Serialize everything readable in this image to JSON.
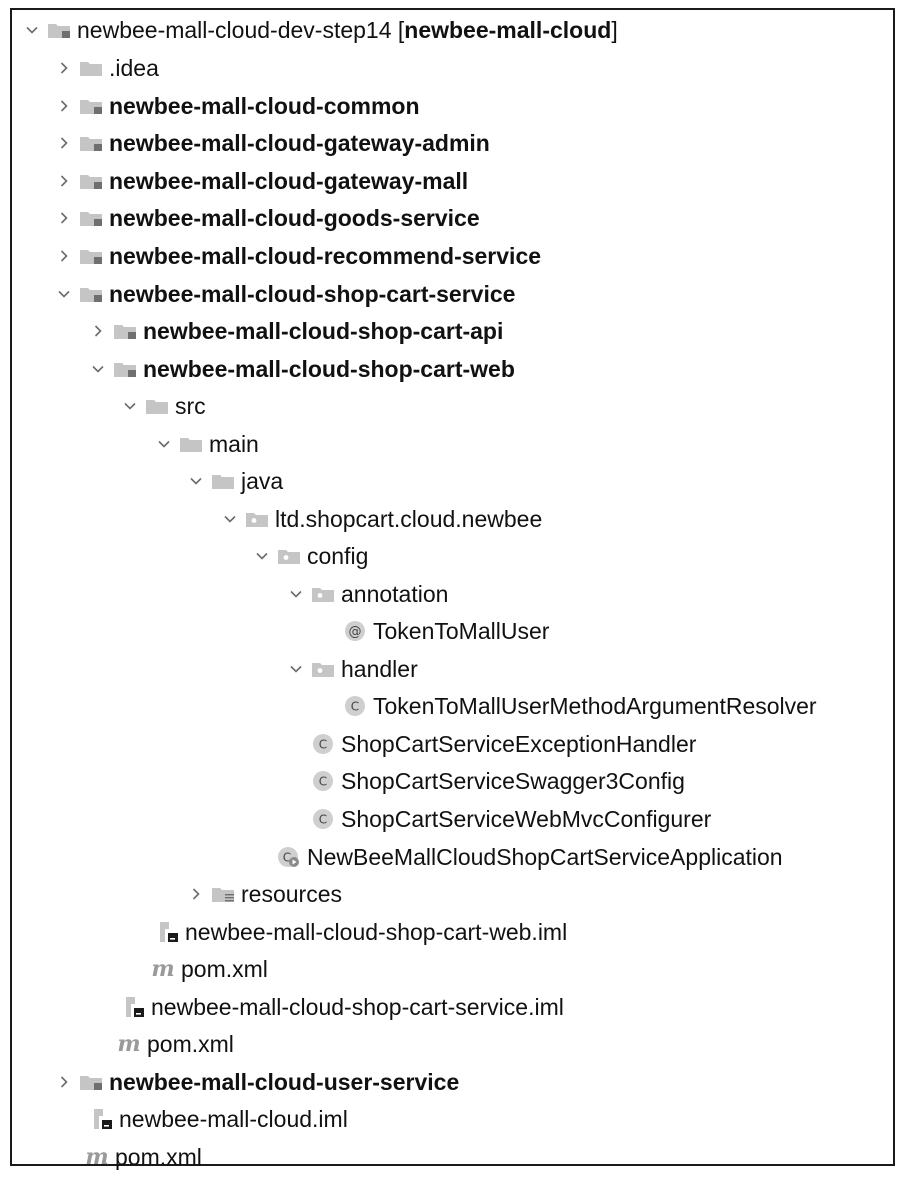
{
  "tree": {
    "root": {
      "prefix": "newbee-mall-cloud-dev-step14 [",
      "highlight": "newbee-mall-cloud",
      "suffix": "]"
    },
    "nodes": [
      {
        "label": ".idea",
        "icon": "folder-icon"
      },
      {
        "label": "newbee-mall-cloud-common",
        "icon": "module-folder-icon"
      },
      {
        "label": "newbee-mall-cloud-gateway-admin",
        "icon": "module-folder-icon"
      },
      {
        "label": "newbee-mall-cloud-gateway-mall",
        "icon": "module-folder-icon"
      },
      {
        "label": "newbee-mall-cloud-goods-service",
        "icon": "module-folder-icon"
      },
      {
        "label": "newbee-mall-cloud-recommend-service",
        "icon": "module-folder-icon"
      },
      {
        "label": "newbee-mall-cloud-shop-cart-service",
        "icon": "module-folder-icon"
      },
      {
        "label": "newbee-mall-cloud-shop-cart-api",
        "icon": "module-folder-icon"
      },
      {
        "label": "newbee-mall-cloud-shop-cart-web",
        "icon": "module-folder-icon"
      },
      {
        "label": "src",
        "icon": "folder-icon"
      },
      {
        "label": "main",
        "icon": "folder-icon"
      },
      {
        "label": "java",
        "icon": "source-folder-icon"
      },
      {
        "label": "ltd.shopcart.cloud.newbee",
        "icon": "package-icon"
      },
      {
        "label": "config",
        "icon": "package-icon"
      },
      {
        "label": "annotation",
        "icon": "package-icon"
      },
      {
        "label": "TokenToMallUser",
        "icon": "annotation-icon"
      },
      {
        "label": "handler",
        "icon": "package-icon"
      },
      {
        "label": "TokenToMallUserMethodArgumentResolver",
        "icon": "class-icon"
      },
      {
        "label": "ShopCartServiceExceptionHandler",
        "icon": "class-icon"
      },
      {
        "label": "ShopCartServiceSwagger3Config",
        "icon": "class-icon"
      },
      {
        "label": "ShopCartServiceWebMvcConfigurer",
        "icon": "class-icon"
      },
      {
        "label": "NewBeeMallCloudShopCartServiceApplication",
        "icon": "spring-boot-class-icon"
      },
      {
        "label": "resources",
        "icon": "resources-folder-icon"
      },
      {
        "label": "newbee-mall-cloud-shop-cart-web.iml",
        "icon": "iml-file-icon"
      },
      {
        "label": "pom.xml",
        "icon": "maven-pom-icon"
      },
      {
        "label": "newbee-mall-cloud-shop-cart-service.iml",
        "icon": "iml-file-icon"
      },
      {
        "label": "pom.xml",
        "icon": "maven-pom-icon"
      },
      {
        "label": "newbee-mall-cloud-user-service",
        "icon": "module-folder-icon"
      },
      {
        "label": "newbee-mall-cloud.iml",
        "icon": "iml-file-icon"
      },
      {
        "label": "pom.xml",
        "icon": "maven-pom-icon"
      }
    ],
    "class_glyph": "C",
    "annotation_glyph": "@",
    "maven_glyph": "m"
  },
  "colors": {
    "folder": "#c5c5c5",
    "module_marker": "#6f6f6f",
    "text": "#111111",
    "chevron": "#6b6b6b"
  }
}
